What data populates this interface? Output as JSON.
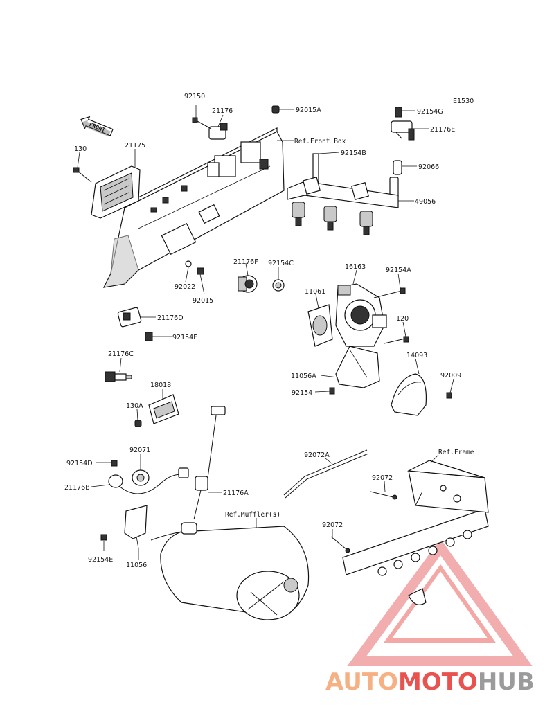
{
  "diagram_code": "E1530",
  "front_arrow_label": "FRONT",
  "references": {
    "front_box": "Ref.Front Box",
    "frame": "Ref.Frame",
    "mufflers": "Ref.Muffler(s)"
  },
  "part_labels": {
    "p92150": "92150",
    "p21176": "21176",
    "p92015A": "92015A",
    "p92154G": "92154G",
    "p21176E": "21176E",
    "p130": "130",
    "p21175": "21175",
    "p92154B": "92154B",
    "p92066": "92066",
    "p49056": "49056",
    "p21176F": "21176F",
    "p92154C": "92154C",
    "p16163": "16163",
    "p92154A": "92154A",
    "p92022": "92022",
    "p92015": "92015",
    "p11061": "11061",
    "p120": "120",
    "p21176D": "21176D",
    "p92154F": "92154F",
    "p14093": "14093",
    "p21176C": "21176C",
    "p11056A": "11056A",
    "p92009": "92009",
    "p18018": "18018",
    "p92154": "92154",
    "p130A": "130A",
    "p92072A": "92072A",
    "p92071": "92071",
    "p92154D": "92154D",
    "p92072_upper": "92072",
    "p21176B": "21176B",
    "p21176A": "21176A",
    "p92072_lower": "92072",
    "p92154E": "92154E",
    "p11056": "11056"
  },
  "watermark": {
    "part1": "AUTO",
    "part2": "MOTO",
    "part3": "HUB",
    "color1": "#f5b183",
    "color2": "#e8534f",
    "color3": "#9b9b9b"
  }
}
